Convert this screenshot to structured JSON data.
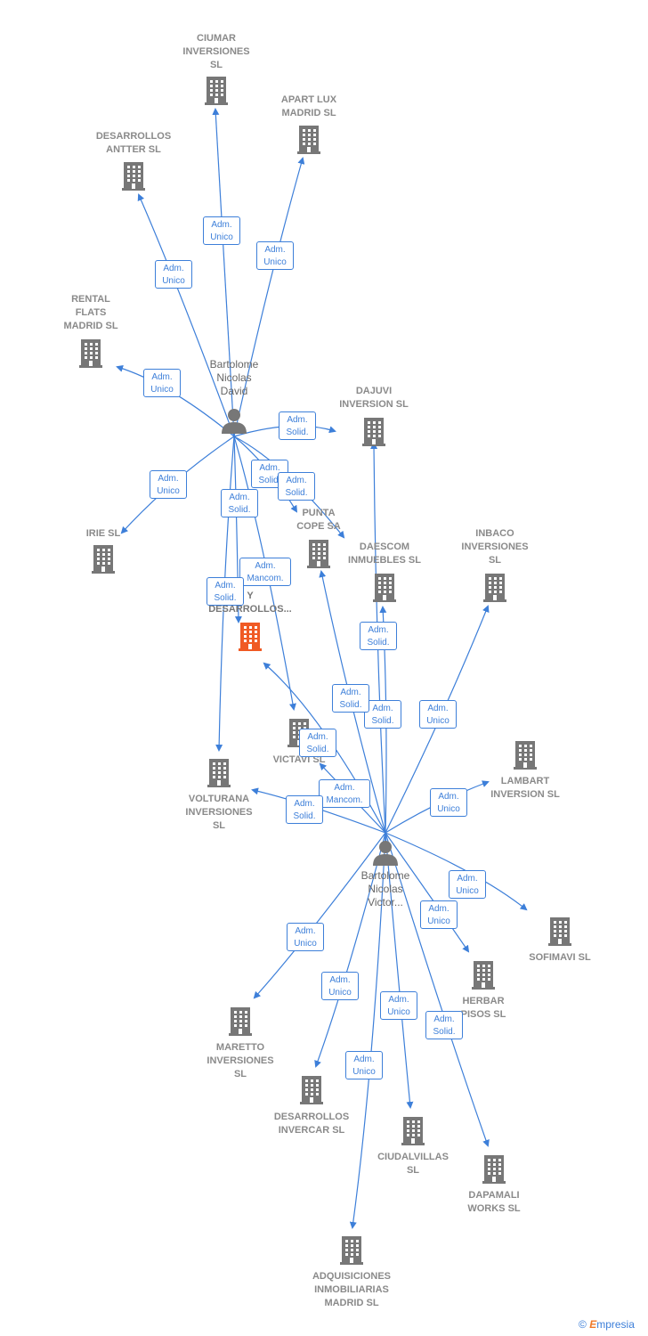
{
  "colors": {
    "edge": "#3d7fd9",
    "building": "#777777",
    "highlight": "#f05a24"
  },
  "persons": [
    {
      "id": "p1",
      "label": "Bartolome\nNicolas\nDavid"
    },
    {
      "id": "p2",
      "label": "Bartolome\nNicolas\nVictor..."
    }
  ],
  "companies": [
    {
      "id": "ciumar",
      "label": "CIUMAR\nINVERSIONES\nSL"
    },
    {
      "id": "apart",
      "label": "APART LUX\nMADRID SL"
    },
    {
      "id": "antter",
      "label": "DESARROLLOS\nANTTER SL"
    },
    {
      "id": "rental",
      "label": "RENTAL\nFLATS\nMADRID SL"
    },
    {
      "id": "dajuvi",
      "label": "DAJUVI\nINVERSION  SL"
    },
    {
      "id": "irie",
      "label": "IRIE  SL"
    },
    {
      "id": "punta",
      "label": "PUNTA\nCOPE SA"
    },
    {
      "id": "daescom",
      "label": "DAESCOM\nINMUEBLES  SL"
    },
    {
      "id": "inbaco",
      "label": "INBACO\nINVERSIONES\nSL"
    },
    {
      "id": "focus",
      "label": "Y\nDESARROLLOS..."
    },
    {
      "id": "victavi",
      "label": "VICTAVI SL"
    },
    {
      "id": "volturana",
      "label": "VOLTURANA\nINVERSIONES\nSL"
    },
    {
      "id": "lambart",
      "label": "LAMBART\nINVERSION  SL"
    },
    {
      "id": "sofimavi",
      "label": "SOFIMAVI  SL"
    },
    {
      "id": "herbar",
      "label": "HERBAR\nPISOS SL"
    },
    {
      "id": "maretto",
      "label": "MARETTO\nINVERSIONES\nSL"
    },
    {
      "id": "invercar",
      "label": "DESARROLLOS\nINVERCAR  SL"
    },
    {
      "id": "ciudalvillas",
      "label": "CIUDALVILLAS\nSL"
    },
    {
      "id": "dapamali",
      "label": "DAPAMALI\nWORKS  SL"
    },
    {
      "id": "adquisiciones",
      "label": "ADQUISICIONES\nINMOBILIARIAS\nMADRID SL"
    }
  ],
  "edges": [
    {
      "from": "p1",
      "to": "ciumar",
      "label": "Adm.\nUnico"
    },
    {
      "from": "p1",
      "to": "apart",
      "label": "Adm.\nUnico"
    },
    {
      "from": "p1",
      "to": "antter",
      "label": "Adm.\nUnico"
    },
    {
      "from": "p1",
      "to": "rental",
      "label": "Adm.\nUnico"
    },
    {
      "from": "p1",
      "to": "dajuvi",
      "label": "Adm.\nSolid."
    },
    {
      "from": "p1",
      "to": "irie",
      "label": "Adm.\nUnico"
    },
    {
      "from": "p1",
      "to": "punta",
      "label": "Adm.\nSolid."
    },
    {
      "from": "p1",
      "to": "daescom",
      "label": "Adm.\nSolid."
    },
    {
      "from": "p1",
      "to": "focus",
      "label": "Adm.\nSolid."
    },
    {
      "from": "p1",
      "to": "victavi",
      "label": "Adm.\nMancom."
    },
    {
      "from": "p1",
      "to": "volturana",
      "label": "Adm.\nSolid."
    },
    {
      "from": "p2",
      "to": "dajuvi",
      "label": "Adm.\nSolid."
    },
    {
      "from": "p2",
      "to": "daescom",
      "label": "Adm.\nSolid."
    },
    {
      "from": "p2",
      "to": "punta",
      "label": "Adm.\nSolid."
    },
    {
      "from": "p2",
      "to": "inbaco",
      "label": "Adm.\nUnico"
    },
    {
      "from": "p2",
      "to": "focus",
      "label": "Adm.\nSolid."
    },
    {
      "from": "p2",
      "to": "victavi",
      "label": "Adm.\nMancom."
    },
    {
      "from": "p2",
      "to": "volturana",
      "label": "Adm.\nSolid."
    },
    {
      "from": "p2",
      "to": "lambart",
      "label": "Adm.\nUnico"
    },
    {
      "from": "p2",
      "to": "sofimavi",
      "label": "Adm.\nUnico"
    },
    {
      "from": "p2",
      "to": "herbar",
      "label": "Adm.\nUnico"
    },
    {
      "from": "p2",
      "to": "maretto",
      "label": "Adm.\nUnico"
    },
    {
      "from": "p2",
      "to": "invercar",
      "label": "Adm.\nUnico"
    },
    {
      "from": "p2",
      "to": "ciudalvillas",
      "label": "Adm.\nUnico"
    },
    {
      "from": "p2",
      "to": "dapamali",
      "label": "Adm.\nSolid."
    },
    {
      "from": "p2",
      "to": "adquisiciones",
      "label": "Adm.\nUnico"
    }
  ],
  "footer": {
    "copyright": "©",
    "brand_initial": "E",
    "brand_rest": "mpresia"
  }
}
